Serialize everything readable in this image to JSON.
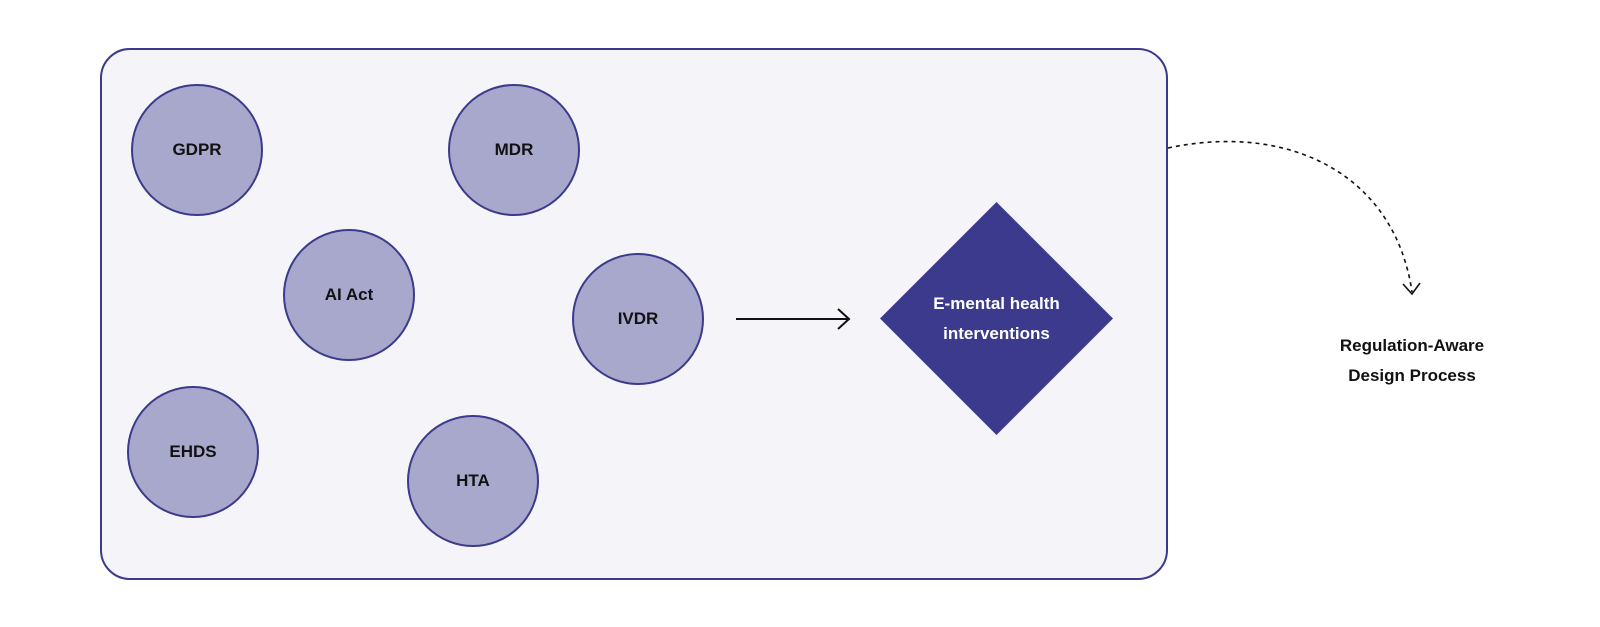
{
  "diagram": {
    "regulations": [
      {
        "id": "gdpr",
        "label": "GDPR"
      },
      {
        "id": "mdr",
        "label": "MDR"
      },
      {
        "id": "ai-act",
        "label": "AI Act"
      },
      {
        "id": "ivdr",
        "label": "IVDR"
      },
      {
        "id": "ehds",
        "label": "EHDS"
      },
      {
        "id": "hta",
        "label": "HTA"
      }
    ],
    "target": {
      "label": "E-mental health interventions"
    },
    "outcome": {
      "label": "Regulation-Aware Design Process"
    },
    "colors": {
      "border": "#3b3a8c",
      "panel_fill": "#f5f5f9",
      "circle_fill": "#a8a8cd",
      "diamond_fill": "#3b3a8c",
      "arrow": "#111111"
    }
  }
}
